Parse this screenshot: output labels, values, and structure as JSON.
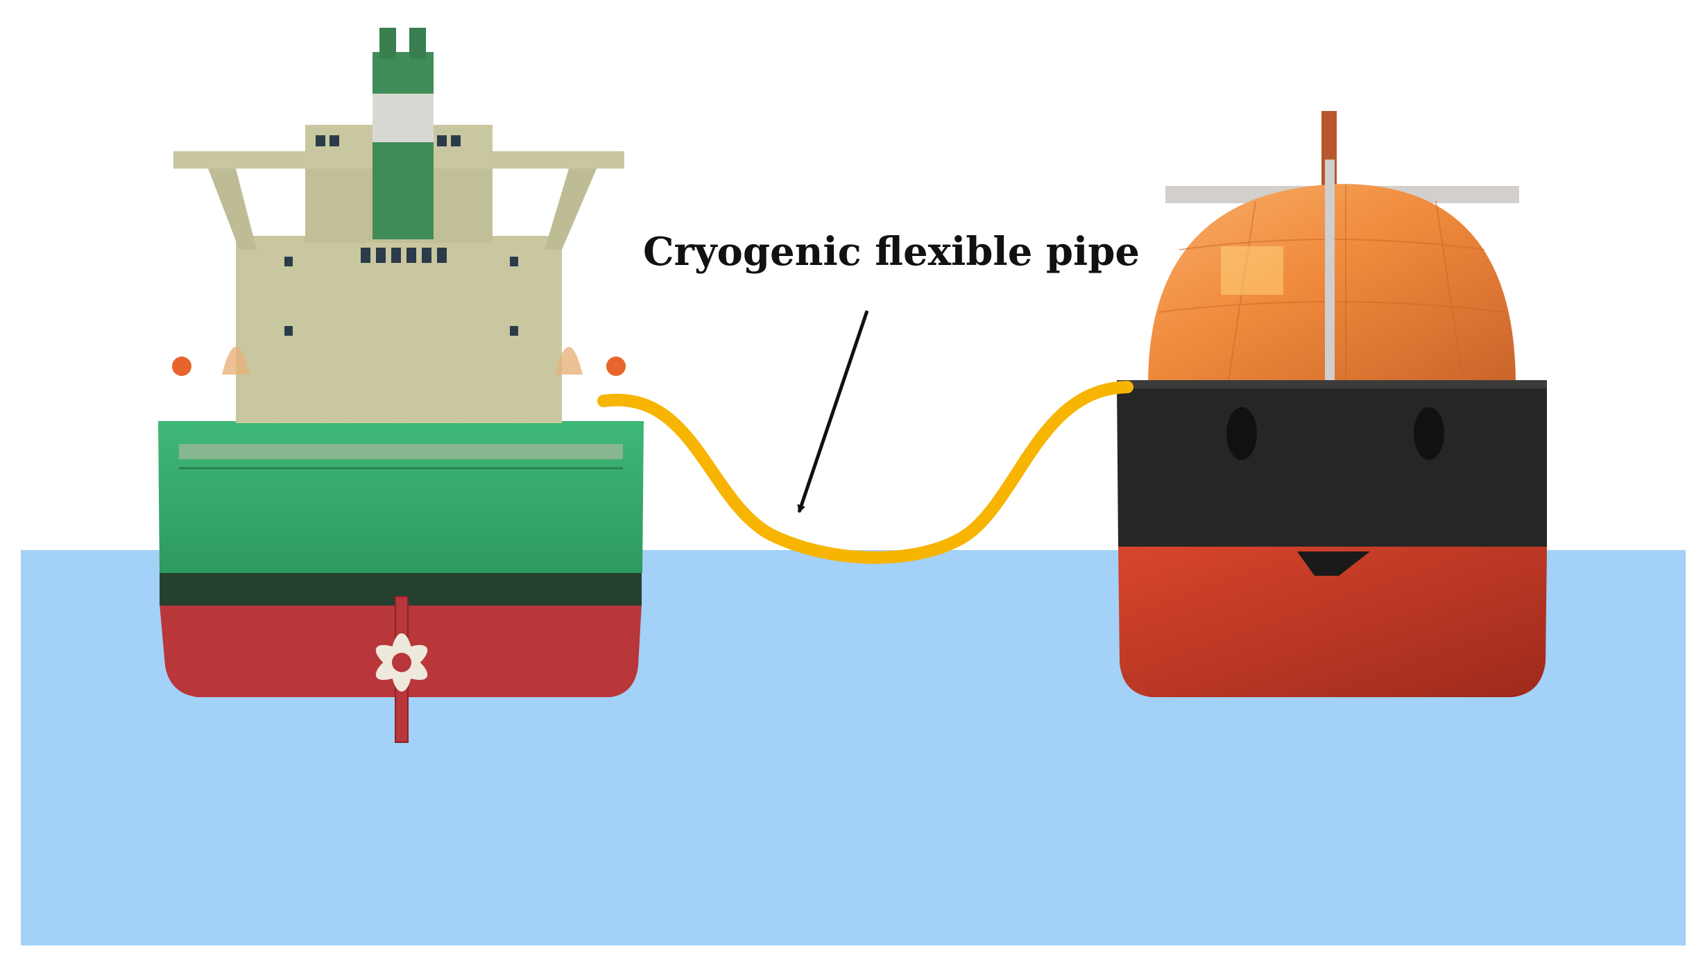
{
  "annotation": {
    "label": "Cryogenic flexible pipe"
  },
  "colors": {
    "sea": "#a3d1f7",
    "pipe": "#f7b400",
    "vessel_left_upper_hull": "#34a96a",
    "vessel_left_boot_top": "#24402f",
    "vessel_left_lower_hull": "#b9363a",
    "vessel_left_superstructure": "#c8c7a0",
    "vessel_left_funnel": "#3f8c58",
    "vessel_right_dome": "#f08a3c",
    "vessel_right_upper_hull": "#262626",
    "vessel_right_lower_hull": "#c33a26",
    "arrow": "#111111"
  },
  "icons": {
    "left_vessel": "receiving-ship-stern-view",
    "right_vessel": "lng-carrier-bow-view",
    "propeller": "propeller-icon"
  }
}
